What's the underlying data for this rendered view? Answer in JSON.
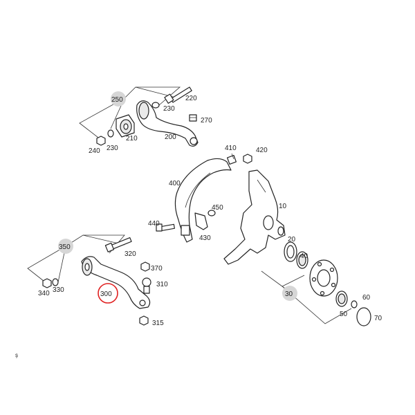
{
  "diagram": {
    "callouts": {
      "c250": "250",
      "c230a": "230",
      "c220": "220",
      "c270": "270",
      "c240": "240",
      "c230b": "230",
      "c210": "210",
      "c200": "200",
      "c410": "410",
      "c420": "420",
      "c400": "400",
      "c10": "10",
      "c440": "440",
      "c450": "450",
      "c430": "430",
      "c350": "350",
      "c320": "320",
      "c370": "370",
      "c310": "310",
      "c340": "340",
      "c330": "330",
      "c300": "300",
      "c315": "315",
      "c20": "20",
      "c40": "40",
      "c30": "30",
      "c60": "60",
      "c50": "50",
      "c70": "70",
      "dot": "ş"
    },
    "highlight": {
      "part": "300",
      "color": "#e02020"
    }
  }
}
